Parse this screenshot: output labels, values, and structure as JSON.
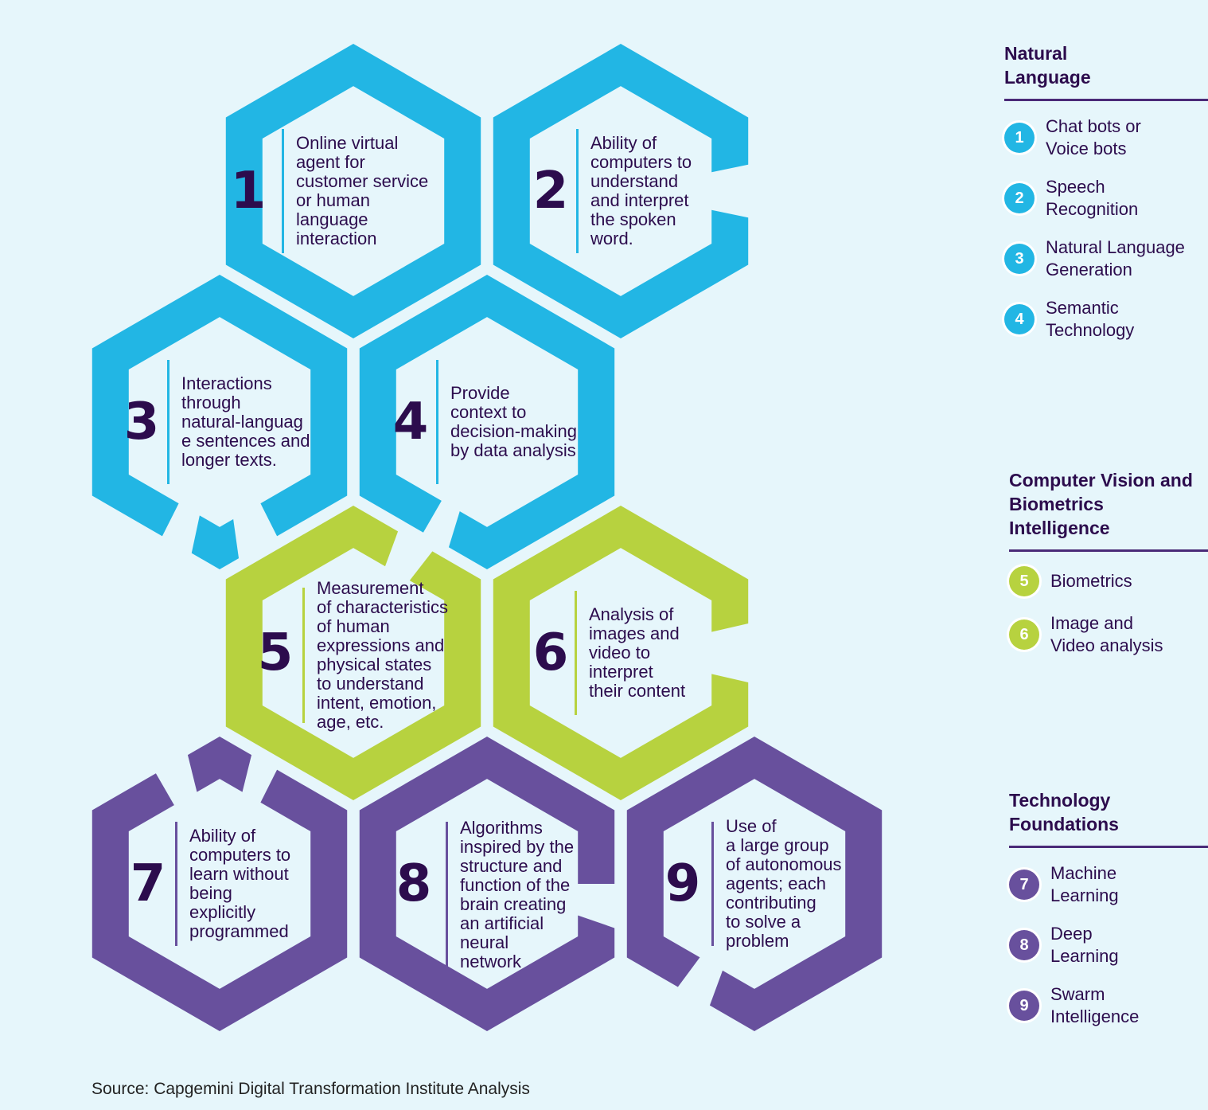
{
  "colors": {
    "background": "#e6f6fb",
    "natural_language": "#22b6e4",
    "computer_vision": "#b7d23f",
    "technology_foundations": "#68509d",
    "text_dark": "#2c0c4d"
  },
  "hexagons": [
    {
      "number": "1",
      "category": "natural_language",
      "lines": [
        "Online virtual",
        "agent for",
        "customer service",
        "or human",
        "language",
        "interaction"
      ]
    },
    {
      "number": "2",
      "category": "natural_language",
      "lines": [
        "Ability of",
        "computers to",
        "understand",
        "and interpret",
        "the spoken",
        "word."
      ]
    },
    {
      "number": "3",
      "category": "natural_language",
      "lines": [
        "Interactions",
        "through",
        "natural-languag",
        "e sentences and",
        "longer texts."
      ]
    },
    {
      "number": "4",
      "category": "natural_language",
      "lines": [
        "Provide",
        "context to",
        "decision-making",
        "by data analysis"
      ]
    },
    {
      "number": "5",
      "category": "computer_vision",
      "lines": [
        "Measurement",
        "of characteristics",
        "of human",
        "expressions and",
        "physical states",
        "to understand",
        "intent, emotion,",
        "age, etc."
      ]
    },
    {
      "number": "6",
      "category": "computer_vision",
      "lines": [
        "Analysis of",
        "images and",
        "video to",
        "interpret",
        "their content"
      ]
    },
    {
      "number": "7",
      "category": "technology_foundations",
      "lines": [
        "Ability of",
        "computers to",
        "learn without",
        "being",
        "explicitly",
        "programmed"
      ]
    },
    {
      "number": "8",
      "category": "technology_foundations",
      "lines": [
        "Algorithms",
        "inspired by the",
        "structure and",
        "function of the",
        "brain creating",
        "an artificial",
        "neural",
        "network"
      ]
    },
    {
      "number": "9",
      "category": "technology_foundations",
      "lines": [
        "Use of",
        "a large group",
        "of autonomous",
        "agents; each",
        "contributing",
        "to solve a",
        "problem"
      ]
    }
  ],
  "legend": [
    {
      "title": "Natural\nLanguage",
      "category": "natural_language",
      "items": [
        {
          "number": "1",
          "label": "Chat bots or\nVoice bots"
        },
        {
          "number": "2",
          "label": "Speech\nRecognition"
        },
        {
          "number": "3",
          "label": "Natural Language\nGeneration"
        },
        {
          "number": "4",
          "label": "Semantic\nTechnology"
        }
      ]
    },
    {
      "title": "Computer Vision and\nBiometrics Intelligence",
      "category": "computer_vision",
      "items": [
        {
          "number": "5",
          "label": "Biometrics"
        },
        {
          "number": "6",
          "label": "Image and\nVideo analysis"
        }
      ]
    },
    {
      "title": "Technology\nFoundations",
      "category": "technology_foundations",
      "items": [
        {
          "number": "7",
          "label": "Machine\nLearning"
        },
        {
          "number": "8",
          "label": "Deep\nLearning"
        },
        {
          "number": "9",
          "label": "Swarm\nIntelligence"
        }
      ]
    }
  ],
  "source": "Source: Capgemini Digital Transformation Institute Analysis"
}
